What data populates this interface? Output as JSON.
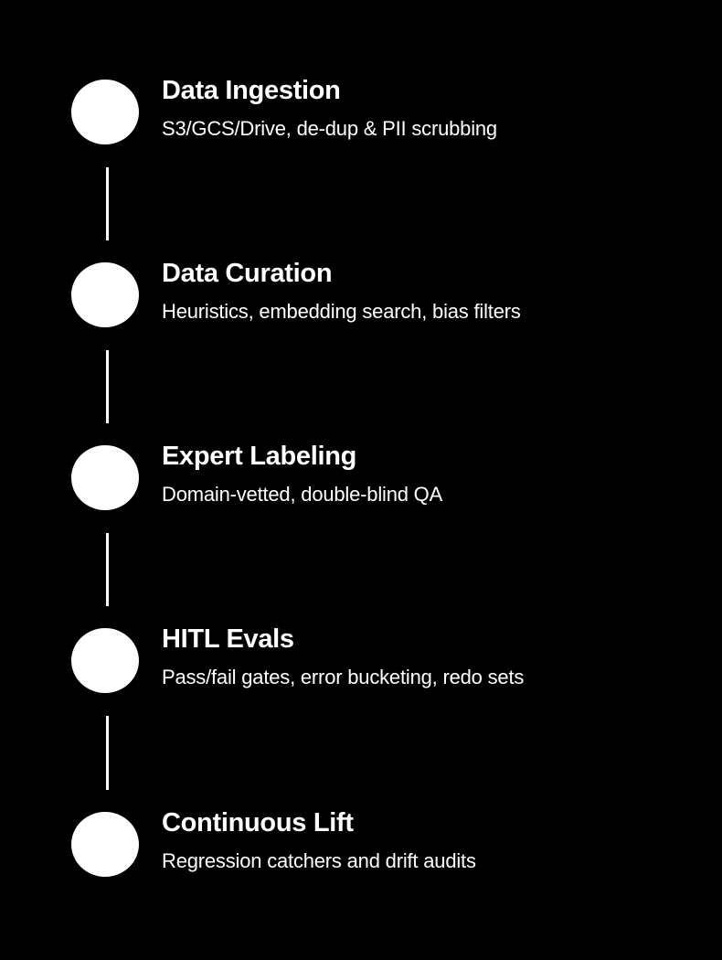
{
  "theme": {
    "background_color": "#000000",
    "marker_color": "#ffffff",
    "text_color": "#ffffff",
    "connector_color": "#ffffff"
  },
  "timeline": {
    "steps": [
      {
        "title": "Data Ingestion",
        "subtitle": "S3/GCS/Drive, de-dup & PII scrubbing"
      },
      {
        "title": "Data Curation",
        "subtitle": "Heuristics, embedding search, bias filters"
      },
      {
        "title": "Expert Labeling",
        "subtitle": "Domain-vetted, double-blind QA"
      },
      {
        "title": "HITL Evals",
        "subtitle": "Pass/fail gates, error bucketing, redo sets"
      },
      {
        "title": "Continuous Lift",
        "subtitle": "Regression catchers and drift audits"
      }
    ]
  }
}
